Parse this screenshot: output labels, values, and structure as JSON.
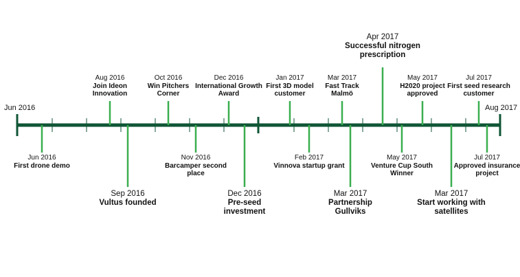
{
  "timeline": {
    "start_label": "Jun 2016",
    "end_label": "Aug 2017",
    "colors": {
      "axis": "#0f5535",
      "event_line": "#3aae4f",
      "tick": "#0f5535",
      "text": "#111111"
    },
    "events": [
      {
        "date": "Jun 2016",
        "title": "First drone demo",
        "side": "below",
        "size": "small"
      },
      {
        "date": "Aug 2016",
        "title": "Join Ideon Innovation",
        "side": "above",
        "size": "small"
      },
      {
        "date": "Sep 2016",
        "title": "Vultus founded",
        "side": "below",
        "size": "big"
      },
      {
        "date": "Oct 2016",
        "title": "Win Pitchers Corner",
        "side": "above",
        "size": "small"
      },
      {
        "date": "Nov 2016",
        "title": "Barcamper second place",
        "side": "below",
        "size": "small"
      },
      {
        "date": "Dec 2016",
        "title": "International Growth Award",
        "side": "above",
        "size": "small"
      },
      {
        "date": "Dec 2016",
        "title": "Pre-seed investment",
        "side": "below",
        "size": "big"
      },
      {
        "date": "Jan 2017",
        "title": "First 3D model customer",
        "side": "above",
        "size": "small"
      },
      {
        "date": "Feb 2017",
        "title": "Vinnova startup grant",
        "side": "below",
        "size": "small"
      },
      {
        "date": "Mar 2017",
        "title": "Fast Track Malmö",
        "side": "above",
        "size": "small"
      },
      {
        "date": "Mar 2017",
        "title": "Partnership Gullviks",
        "side": "below",
        "size": "big"
      },
      {
        "date": "Apr 2017",
        "title": "Successful nitrogen prescription",
        "side": "above",
        "size": "big"
      },
      {
        "date": "May 2017",
        "title": "Venture Cup South Winner",
        "side": "below",
        "size": "small"
      },
      {
        "date": "May 2017",
        "title": "H2020 project approved",
        "side": "above",
        "size": "small"
      },
      {
        "date": "Mar 2017",
        "title": "Start working with satellites",
        "side": "below",
        "size": "big"
      },
      {
        "date": "Jul 2017",
        "title": "First seed research customer",
        "side": "above",
        "size": "small"
      },
      {
        "date": "Jul 2017",
        "title": "Approved insurance project",
        "side": "below",
        "size": "small"
      }
    ]
  }
}
